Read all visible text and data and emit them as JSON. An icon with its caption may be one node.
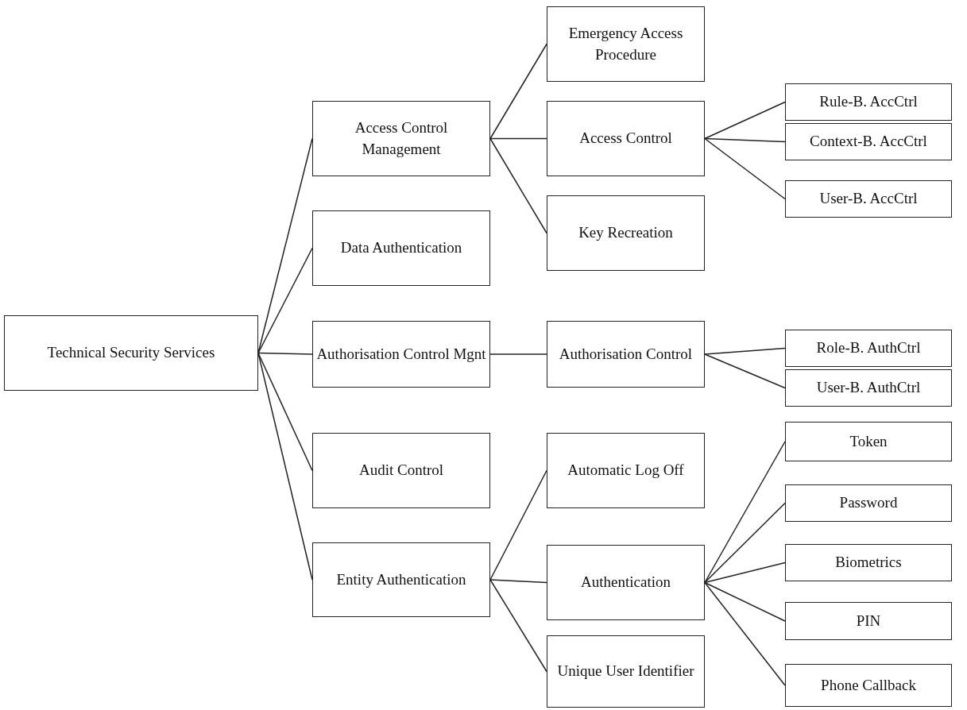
{
  "diagram": {
    "nodes": [
      {
        "text": [
          "Technical Security Services"
        ]
      },
      {
        "text": [
          "Access Control Management"
        ]
      },
      {
        "text": [
          "Emergency Access Procedure"
        ]
      },
      {
        "text": [
          "Access Control"
        ]
      },
      {
        "text": [
          "Rule-B. AccCtrl"
        ]
      },
      {
        "text": [
          "Context-B. AccCtrl"
        ]
      },
      {
        "text": [
          "User-B. AccCtrl"
        ]
      },
      {
        "text": [
          "Key Recreation"
        ]
      },
      {
        "text": [
          "Data Authentication"
        ]
      },
      {
        "text": [
          "Authorisation Control Mgnt"
        ]
      },
      {
        "text": [
          "Authorisation Control"
        ]
      },
      {
        "text": [
          "Role-B. AuthCtrl"
        ]
      },
      {
        "text": [
          "User-B. AuthCtrl"
        ]
      },
      {
        "text": [
          "Audit Control"
        ]
      },
      {
        "text": [
          "Entity Authentication"
        ]
      },
      {
        "text": [
          "Automatic Log Off"
        ]
      },
      {
        "text": [
          "Authentication"
        ]
      },
      {
        "text": [
          "Token"
        ]
      },
      {
        "text": [
          "Password"
        ]
      },
      {
        "text": [
          "Biometrics"
        ]
      },
      {
        "text": [
          "PIN"
        ]
      },
      {
        "text": [
          "Phone Callback"
        ]
      },
      {
        "text": [
          "Unique User Identifier"
        ]
      }
    ],
    "edges": [
      {
        "from": 0,
        "to": 1,
        "arrow": "none"
      },
      {
        "from": 0,
        "to": 8,
        "arrow": "none"
      },
      {
        "from": 0,
        "to": 9,
        "arrow": "none"
      },
      {
        "from": 0,
        "to": 13,
        "arrow": "none"
      },
      {
        "from": 0,
        "to": 14,
        "arrow": "none"
      },
      {
        "from": 1,
        "to": 2,
        "arrow": "none"
      },
      {
        "from": 1,
        "to": 3,
        "arrow": "none"
      },
      {
        "from": 1,
        "to": 7,
        "arrow": "none"
      },
      {
        "from": 3,
        "to": 4,
        "arrow": "none"
      },
      {
        "from": 3,
        "to": 5,
        "arrow": "none"
      },
      {
        "from": 3,
        "to": 6,
        "arrow": "none"
      },
      {
        "from": 9,
        "to": 10,
        "arrow": "none"
      },
      {
        "from": 10,
        "to": 11,
        "arrow": "none"
      },
      {
        "from": 10,
        "to": 12,
        "arrow": "none"
      },
      {
        "from": 14,
        "to": 15,
        "arrow": "none"
      },
      {
        "from": 14,
        "to": 16,
        "arrow": "none"
      },
      {
        "from": 14,
        "to": 22,
        "arrow": "none"
      },
      {
        "from": 16,
        "to": 17,
        "arrow": "none"
      },
      {
        "from": 16,
        "to": 18,
        "arrow": "none"
      },
      {
        "from": 16,
        "to": 19,
        "arrow": "none"
      },
      {
        "from": 16,
        "to": 20,
        "arrow": "none"
      },
      {
        "from": 16,
        "to": 21,
        "arrow": "none"
      }
    ]
  }
}
